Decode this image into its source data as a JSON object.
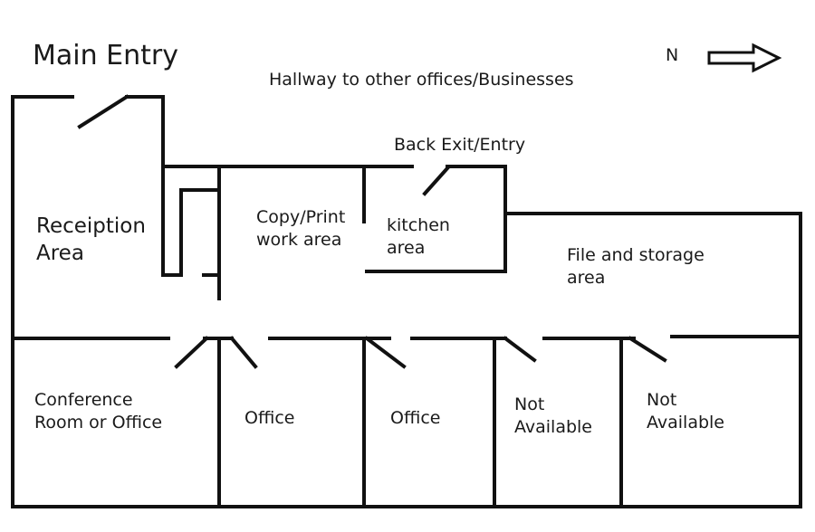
{
  "plan": {
    "main_entry": "Main Entry",
    "hallway": "Hallway to other offices/Businesses",
    "back_exit": "Back Exit/Entry",
    "north_label": "N",
    "rooms": {
      "reception": [
        "Receiption",
        "Area"
      ],
      "copy_print": [
        "Copy/Print",
        "work area"
      ],
      "kitchen": [
        "kitchen",
        "area"
      ],
      "file_storage": [
        "File and storage",
        "area"
      ],
      "conference": [
        "Conference",
        "Room or Office"
      ],
      "office_1": "Office",
      "office_2": "Office",
      "not_available_1": [
        "Not",
        "Available"
      ],
      "not_available_2": [
        "Not",
        "Available"
      ]
    },
    "colors": {
      "wall": "#111111",
      "background": "#ffffff"
    },
    "icons": {
      "north_arrow": "arrow-right-icon"
    }
  }
}
